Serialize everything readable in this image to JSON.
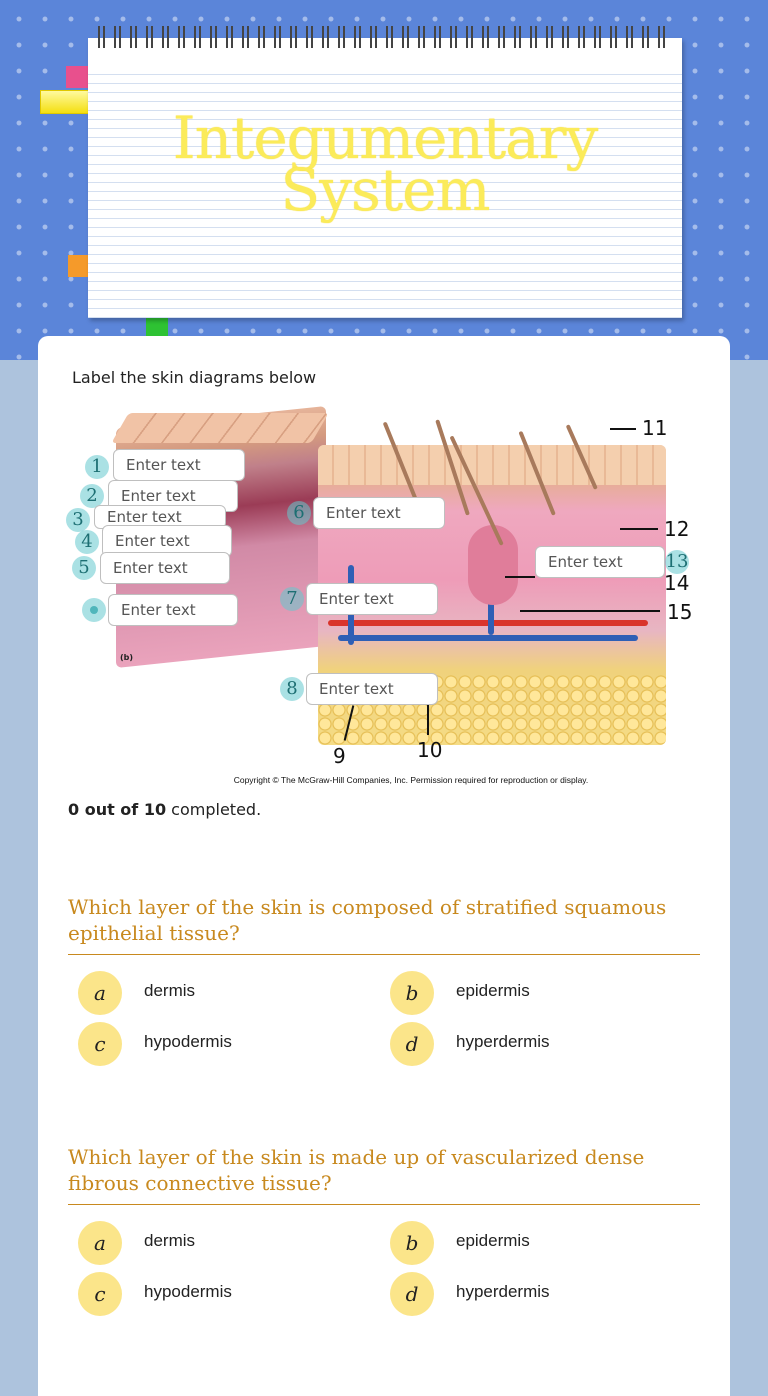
{
  "header": {
    "title_line1": "Integumentary",
    "title_line2": "System",
    "colors": {
      "background": "#5b85d9",
      "title": "#fbeb5a",
      "tab_pink": "#e8508d",
      "tab_yellow": "#f4df10",
      "tab_orange": "#f59a2a",
      "tab_green": "#2ec233"
    }
  },
  "activity": {
    "instruction": "Label the skin diagrams below",
    "placeholder": "Enter text",
    "markers": [
      "1",
      "2",
      "3",
      "4",
      "5",
      "",
      "6",
      "7",
      "8",
      "13"
    ],
    "diagram_numbers": [
      "9",
      "10",
      "11",
      "12",
      "14",
      "15"
    ],
    "diagram_panel_label": "(b)",
    "copyright": "Copyright © The McGraw-Hill Companies, Inc. Permission required for reproduction or display.",
    "progress_count": "0 out of 10",
    "progress_suffix": " completed."
  },
  "questions": [
    {
      "text": "Which layer of the skin is composed of stratified squamous epithelial tissue?",
      "options": [
        {
          "letter": "a",
          "label": "dermis"
        },
        {
          "letter": "b",
          "label": "epidermis"
        },
        {
          "letter": "c",
          "label": "hypodermis"
        },
        {
          "letter": "d",
          "label": "hyperdermis"
        }
      ]
    },
    {
      "text": "Which layer of the skin is made up of vascularized dense fibrous connective tissue?",
      "options": [
        {
          "letter": "a",
          "label": "dermis"
        },
        {
          "letter": "b",
          "label": "epidermis"
        },
        {
          "letter": "c",
          "label": "hypodermis"
        },
        {
          "letter": "d",
          "label": "hyperdermis"
        }
      ]
    }
  ],
  "accent_colors": {
    "question_text": "#c8891e",
    "answer_bubble": "#fbe58a",
    "marker": "#64c8cd"
  }
}
